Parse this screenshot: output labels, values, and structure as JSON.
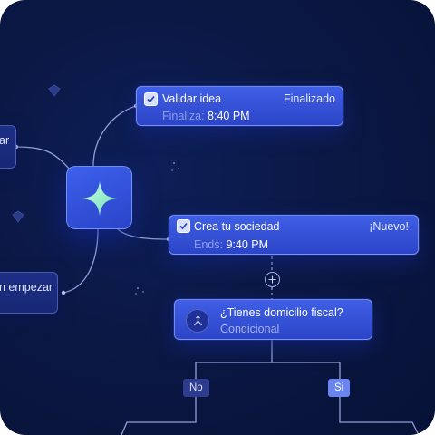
{
  "nodes": {
    "validar": {
      "title": "Validar idea",
      "status": "Finalizado",
      "sub_key": "Finaliza:",
      "sub_value": "8:40 PM"
    },
    "sociedad": {
      "title": "Crea tu sociedad",
      "status": "¡Nuevo!",
      "sub_key": "Ends:",
      "sub_value": "9:40 PM"
    },
    "condicional": {
      "title": "¿Tienes domicilio fiscal?",
      "subtitle": "Condicional"
    },
    "left_top": {
      "text": "ar"
    },
    "left_bottom": {
      "text": "n empezar"
    }
  },
  "branches": {
    "no": "No",
    "si": "Si"
  },
  "icons": {
    "hub": "sparkle-icon",
    "check": "checkbox-checked-icon",
    "condition": "fork-icon",
    "add": "plus-circle-icon"
  },
  "colors": {
    "background": "#0b1845",
    "node": "#3f5fe6",
    "accent_sparkle": "#9ff0c8",
    "branch_no": "#2d3d8e",
    "branch_si": "#6a84f0"
  }
}
